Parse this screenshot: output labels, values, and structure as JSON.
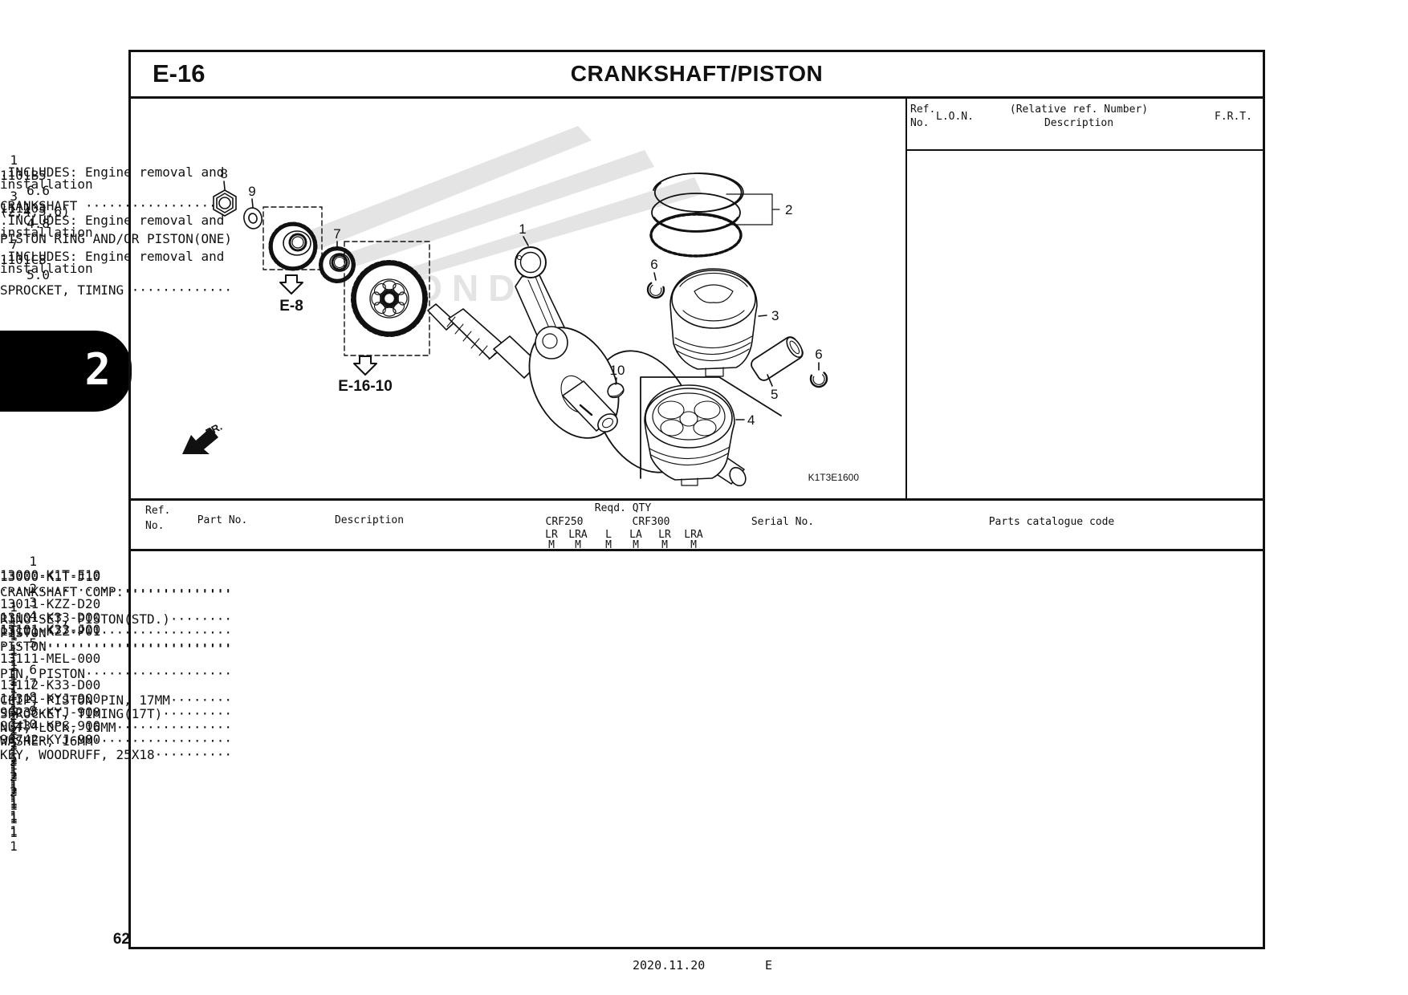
{
  "page": {
    "section_code": "E-16",
    "title": "CRANKSHAFT/PISTON",
    "page_number": "62",
    "footer_date": "2020.11.20",
    "footer_letter": "E",
    "side_tab_label": "2"
  },
  "ref_panel": {
    "header": {
      "ref_line1": "Ref.",
      "ref_line2": "No.",
      "lon": "L.O.N.",
      "desc_line1": "(Relative ref. Number)",
      "desc_line2": "Description",
      "frt": "F.R.T."
    },
    "rows": [
      {
        "ref": "1",
        "lon": "1101B5",
        "frt": "6.6",
        "lines": [
          "CRANKSHAFT ···················",
          ".INCLUDES: Engine removal and",
          " installation"
        ]
      },
      {
        "ref": "3",
        "lon": "",
        "frt": "",
        "lines": [
          "(2,4,5,6)"
        ]
      },
      {
        "ref": "",
        "lon": "111103",
        "frt": "4.8",
        "lines": [
          "PISTON RING AND/OR PISTON(ONE)",
          ".INCLUDES: Engine removal and",
          " installation"
        ]
      },
      {
        "ref": "7",
        "lon": "1101C8",
        "frt": "5.0",
        "lines": [
          "SPROCKET, TIMING ·············",
          ".INCLUDES: Engine removal and",
          " installation"
        ]
      }
    ]
  },
  "diagram": {
    "code": "K1T3E1600",
    "fr_label": "FR.",
    "watermark": "HONDA",
    "callouts": {
      "e8": "E-8",
      "e16_10": "E-16-10"
    },
    "labels": {
      "n1": "1",
      "n2": "2",
      "n3": "3",
      "n4": "4",
      "n5": "5",
      "n6a": "6",
      "n6b": "6",
      "n7": "7",
      "n8": "8",
      "n9": "9",
      "n10": "10"
    }
  },
  "parts_table": {
    "header": {
      "ref_line1": "Ref.",
      "ref_line2": "No.",
      "part_no": "Part No.",
      "description": "Description",
      "reqd_qty": "Reqd. QTY",
      "serial_no": "Serial No.",
      "parts_catalogue_code": "Parts catalogue code",
      "model_groups": [
        {
          "model": "CRF250",
          "variants": [
            "LR",
            "LRA"
          ]
        },
        {
          "model": "CRF300",
          "variants": [
            "L",
            "LA",
            "LR",
            "LRA"
          ]
        }
      ],
      "variant_sub": "M"
    },
    "rows": [
      {
        "ref": "1",
        "part_no": "13000-K1T-J10",
        "desc": "CRANKSHAFT COMP.··············",
        "qty": [
          "1",
          "1",
          "-",
          "-",
          "-",
          "-"
        ],
        "gap_before": false
      },
      {
        "ref": "",
        "part_no": "13000-K1T-E10",
        "desc": "······························",
        "qty": [
          "-",
          "-",
          "1",
          "1",
          "1",
          "1"
        ],
        "gap_before": false
      },
      {
        "ref": "2",
        "part_no": "13011-KZZ-D20",
        "desc": "RING SET, PISTON(STD.)········",
        "qty": [
          "1",
          "1",
          "1",
          "1",
          "1",
          "1"
        ],
        "gap_before": false
      },
      {
        "ref": "3",
        "part_no": "13101-K33-D00",
        "desc": "PISTON························",
        "qty": [
          "-",
          "-",
          "1",
          "1",
          "1",
          "1"
        ],
        "gap_before": false
      },
      {
        "ref": "4",
        "part_no": "13101-KZZ-P01",
        "desc": "PISTON························",
        "qty": [
          "1",
          "-",
          "-",
          "-",
          "-",
          "-"
        ],
        "gap_before": false
      },
      {
        "ref": "",
        "part_no": "13101-K33-J00",
        "desc": "······························",
        "qty": [
          "-",
          "1",
          "-",
          "-",
          "-",
          "-"
        ],
        "gap_before": false
      },
      {
        "ref": "5",
        "part_no": "13111-MEL-000",
        "desc": "PIN, PISTON···················",
        "qty": [
          "1",
          "1",
          "1",
          "1",
          "1",
          "1"
        ],
        "gap_before": false
      },
      {
        "ref": "6",
        "part_no": "13112-K33-D00",
        "desc": "CLIP, PISTON PIN, 17MM········",
        "qty": [
          "2",
          "2",
          "2",
          "2",
          "2",
          "2"
        ],
        "gap_before": true
      },
      {
        "ref": "7",
        "part_no": "14311-KYJ-900",
        "desc": "SPROCKET, TIMING(17T)·········",
        "qty": [
          "1",
          "1",
          "1",
          "1",
          "1",
          "1"
        ],
        "gap_before": false
      },
      {
        "ref": "8",
        "part_no": "90235-KYJ-900",
        "desc": "NUT, LOCK, 16MM···············",
        "qty": [
          "1",
          "1",
          "1",
          "1",
          "1",
          "1"
        ],
        "gap_before": false
      },
      {
        "ref": "9",
        "part_no": "90434-KPS-900",
        "desc": "WASHER, 16MM··················",
        "qty": [
          "1",
          "1",
          "1",
          "1",
          "1",
          "1"
        ],
        "gap_before": false
      },
      {
        "ref": "10",
        "part_no": "90742-KYJ-900",
        "desc": "KEY, WOODRUFF, 25X18··········",
        "qty": [
          "1",
          "1",
          "1",
          "1",
          "1",
          "1"
        ],
        "gap_before": false
      }
    ]
  }
}
